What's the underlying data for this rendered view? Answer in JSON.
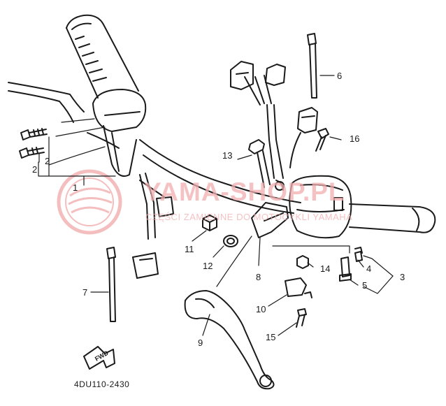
{
  "diagram": {
    "code": "4DU110-2430",
    "fwd_label": "FWD",
    "watermark": {
      "main": "YAMA-SHOP.PL",
      "sub": "CZĘŚCI ZAMIENNE DO MOTOCYKLI YAMAHA"
    },
    "callouts": [
      "1",
      "2",
      "2",
      "3",
      "4",
      "5",
      "6",
      "7",
      "8",
      "9",
      "10",
      "11",
      "12",
      "13",
      "14",
      "15",
      "16"
    ]
  },
  "colors": {
    "line": "#1a1a1a",
    "watermark": "#f2aeb0",
    "background": "#ffffff"
  }
}
